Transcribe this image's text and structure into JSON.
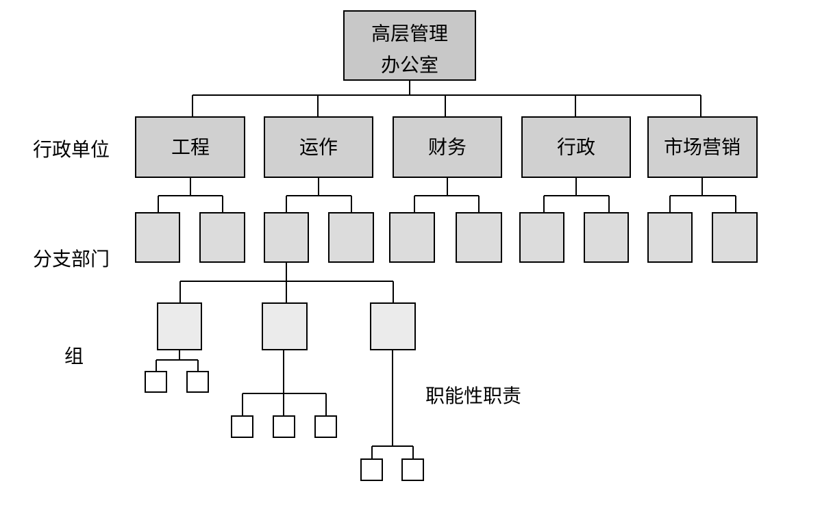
{
  "top": {
    "line1": "高层管理",
    "line2": "办公室"
  },
  "units": [
    "工程",
    "运作",
    "财务",
    "行政",
    "市场营销"
  ],
  "levels": {
    "unit": "行政单位",
    "branch": "分支部门",
    "group": "组",
    "duty": "职能性职责"
  },
  "colors": {
    "line": "#000000",
    "top_fill": "#c8c8c8",
    "unit_fill": "#d0d0d0",
    "branch_fill": "#dcdcdc",
    "group_fill": "#ebebeb",
    "duty_fill": "#ffffff"
  }
}
